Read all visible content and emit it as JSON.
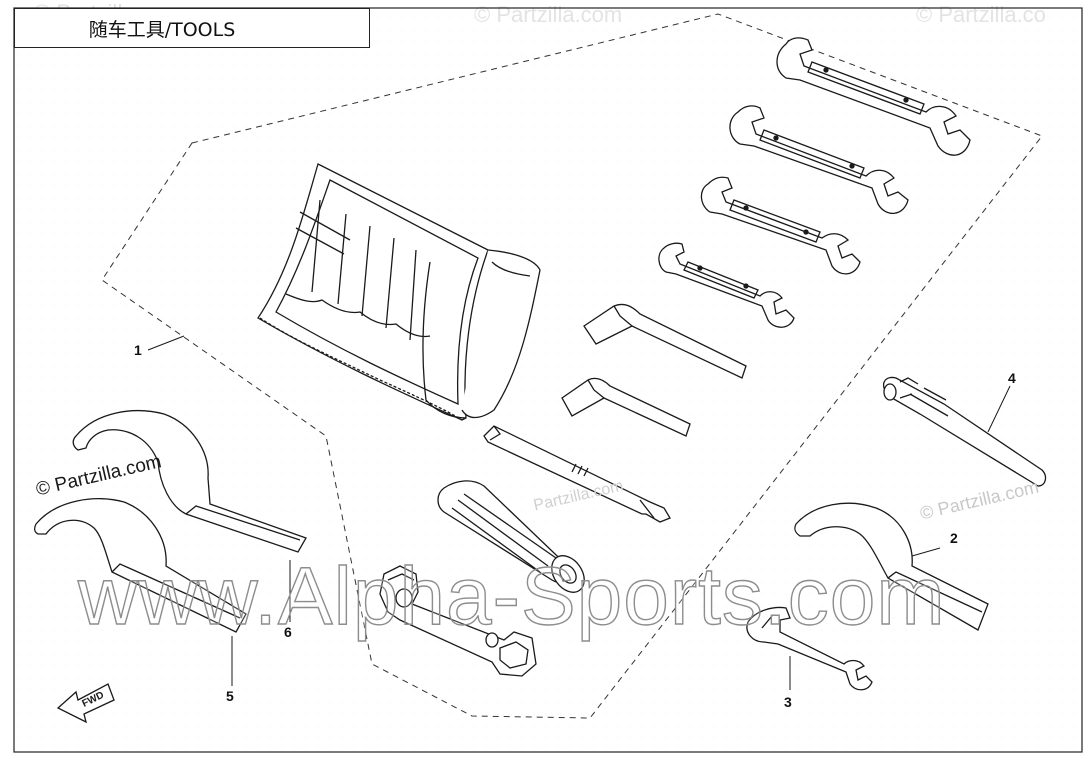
{
  "title": "随车工具/TOOLS",
  "watermarks": {
    "partzilla_top_left": "© Partzilla.c",
    "partzilla_top_mid": "© Partzilla.com",
    "partzilla_top_right": "© Partzilla.co",
    "partzilla_left": "© Partzilla.com",
    "partzilla_center": "Partzilla.com",
    "partzilla_right": "© Partzilla.com",
    "alpha_sports": "www.Alpha-Sports.com"
  },
  "callouts": {
    "c1": "1",
    "c2": "2",
    "c3": "3",
    "c4": "4",
    "c5": "5",
    "c6": "6"
  },
  "fwd_label": "FWD",
  "colors": {
    "line": "#1a1a1a",
    "watermark": "#c8c8c8",
    "dash": "#333333"
  }
}
